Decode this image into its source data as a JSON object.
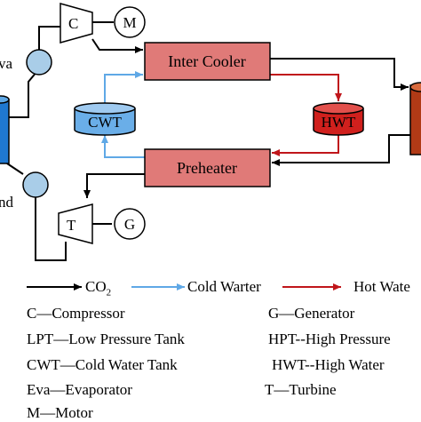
{
  "components": {
    "compressor": "C",
    "motor": "M",
    "turbine": "T",
    "generator": "G",
    "evaporator_cut": "va",
    "condenser_cut": "nd",
    "inter_cooler": "Inter Cooler",
    "preheater": "Preheater",
    "cwt": "CWT",
    "hwt": "HWT"
  },
  "colors": {
    "co2_line": "#000000",
    "cold_water_line": "#5fa8e6",
    "hot_water_line": "#c0161b",
    "exchanger_fill": "#e07a78",
    "cwt_fill": "#6aaee8",
    "hwt_fill": "#d0201d",
    "lpt_fill": "#1f78d1",
    "hpt_fill": "#b13a16",
    "valve_fill": "#a9cde8"
  },
  "legend": {
    "co2": "CO",
    "co2_sub": "2",
    "cold_water": "Cold Warter",
    "hot_water": "Hot Wate",
    "items": [
      "C—Compressor",
      "G—Generator",
      "LPT—Low Pressure Tank",
      "HPT--High Pressure",
      "CWT—Cold Water Tank",
      "HWT--High Water",
      "Eva—Evaporator",
      "T—Turbine",
      "M—Motor"
    ]
  }
}
